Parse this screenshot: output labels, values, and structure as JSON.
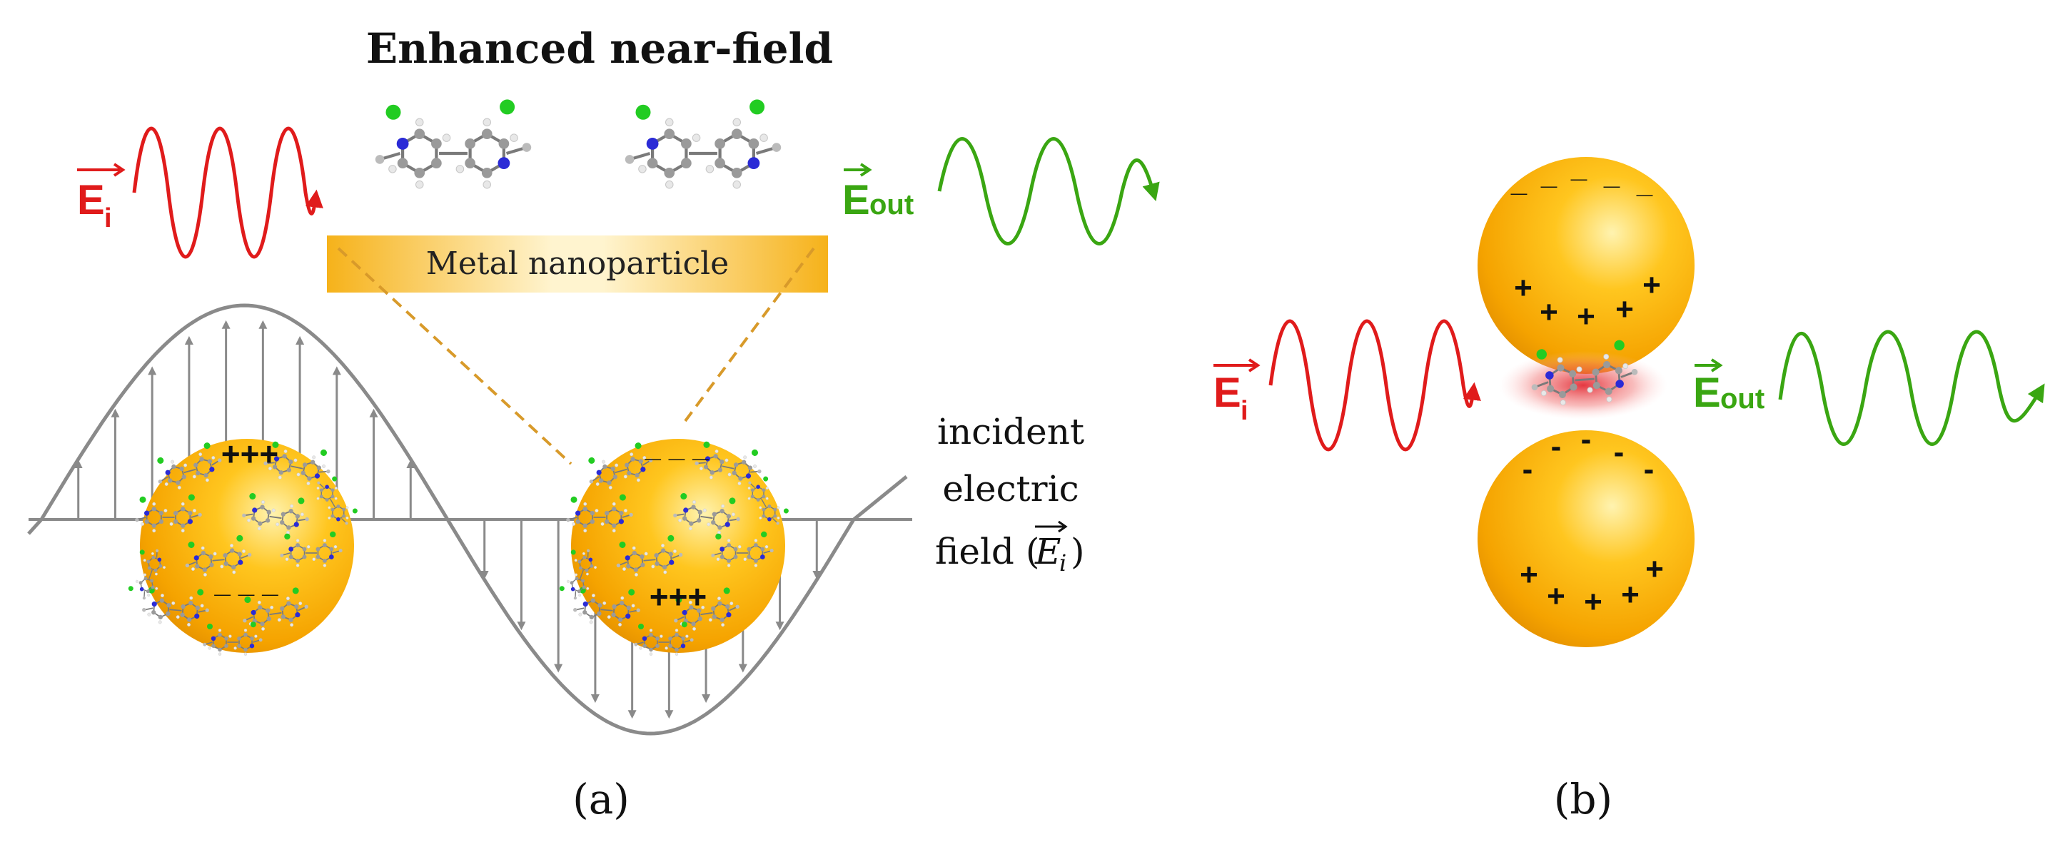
{
  "panel_a": {
    "title": "Enhanced near-field",
    "nanoparticle_label": "Metal nanoparticle",
    "incident_label": {
      "line1": "incident",
      "line2": "electric",
      "line3_prefix": "field (",
      "symbol": "E",
      "subscript": "i",
      "line3_suffix": ")"
    },
    "e_in": {
      "symbol": "E",
      "subscript": "i"
    },
    "e_out": {
      "symbol": "E",
      "subscript": "out"
    },
    "caption": "(a)",
    "left_sphere": {
      "top_charges": "+++",
      "bottom_charges": "_ _ _"
    },
    "right_sphere": {
      "top_charges": "_ _ _",
      "bottom_charges": "+++"
    }
  },
  "panel_b": {
    "e_in": {
      "symbol": "E",
      "subscript": "i"
    },
    "e_out": {
      "symbol": "E",
      "subscript": "out"
    },
    "caption": "(b)",
    "plus": "+",
    "minus": "-",
    "underscore": "_"
  },
  "colors": {
    "red": "#e01b1b",
    "green": "#3aa612",
    "gold": "#f6a700",
    "gold_light": "#ffe066",
    "gray_arrow": "#8a8a8a",
    "dash_line": "#d89a2a",
    "molecule_carbon": "#9a9a9a",
    "molecule_nitrogen": "#2b2bd6",
    "molecule_chlorine": "#22cc22"
  }
}
